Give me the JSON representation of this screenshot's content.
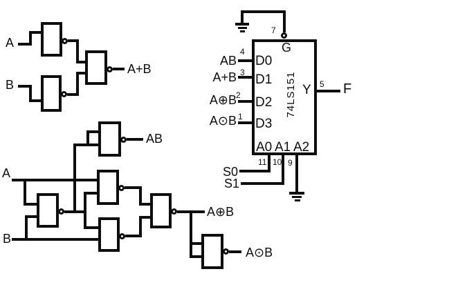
{
  "colors": {
    "ink": "#0d0d0d",
    "paper": "#ffffff"
  },
  "or_circuit": {
    "input_a": "A",
    "input_b": "B",
    "output": "A+B"
  },
  "nand_network": {
    "input_a": "A",
    "input_b": "B",
    "and_output": "AB",
    "xor_output": "A⊕B",
    "xnor_output": "A⊙B"
  },
  "mux": {
    "part_number": "74LS151",
    "enable": {
      "pin": "7",
      "label": "G"
    },
    "data_inputs": [
      {
        "signal": "AB",
        "pin": "4",
        "port": "D0"
      },
      {
        "signal": "A+B",
        "pin": "3",
        "port": "D1"
      },
      {
        "signal": "A⊕B",
        "pin": "2",
        "port": "D2"
      },
      {
        "signal": "A⊙B",
        "pin": "1",
        "port": "D3"
      }
    ],
    "selects": [
      {
        "port": "A0",
        "pin": "11",
        "signal": "S0"
      },
      {
        "port": "A1",
        "pin": "10",
        "signal": "S1"
      },
      {
        "port": "A2",
        "pin": "9"
      }
    ],
    "output": {
      "port": "Y",
      "pin": "5",
      "signal": "F"
    }
  }
}
